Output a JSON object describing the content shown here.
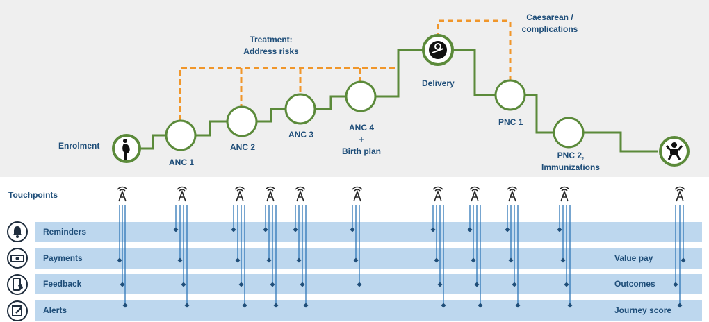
{
  "journey": {
    "enrolment": "Enrolment",
    "anc1": "ANC 1",
    "anc2": "ANC 2",
    "anc3": "ANC 3",
    "anc4_line1": "ANC 4",
    "anc4_line2": "+",
    "anc4_line3": "Birth plan",
    "delivery": "Delivery",
    "pnc1": "PNC 1",
    "pnc2_line1": "PNC 2,",
    "pnc2_line2": "Immunizations",
    "treatment_line1": "Treatment:",
    "treatment_line2": "Address risks",
    "caesarean_line1": "Caesarean /",
    "caesarean_line2": "complications"
  },
  "touchpoints_label": "Touchpoints",
  "lanes": {
    "reminders": "Reminders",
    "payments": "Payments",
    "feedback": "Feedback",
    "alerts": "Alerts"
  },
  "outcomes": {
    "payments": "Value pay",
    "feedback": "Outcomes",
    "alerts": "Journey score"
  },
  "icons": {
    "enrolment": "pregnant-woman-icon",
    "delivery": "newborn-baby-icon",
    "end": "child-icon",
    "touchpoint": "signal-tower-icon",
    "reminders": "bell-icon",
    "payments": "cash-icon",
    "feedback": "phone-touch-icon",
    "alerts": "edit-note-icon"
  },
  "colors": {
    "path": "#5b8a3a",
    "dashed": "#f0962a",
    "text": "#1f4e79",
    "lane": "#bdd7ee",
    "connector": "#2e75b6"
  }
}
